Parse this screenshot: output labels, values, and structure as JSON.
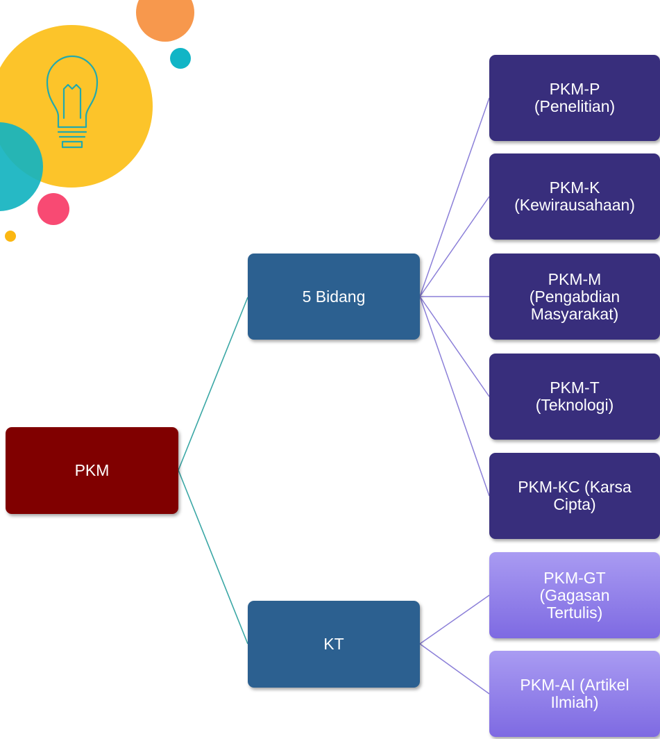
{
  "colors": {
    "root": "#800000",
    "mid": "#2c6090",
    "leaf": "#382e7c",
    "leaf_light": "#9888ee",
    "connector_root": "#3aa7a5",
    "connector_leaf": "#8b7fd8"
  },
  "icons": {
    "lightbulb": "lightbulb-icon"
  },
  "diagram": {
    "root": {
      "label": "PKM"
    },
    "branches": [
      {
        "label": "5 Bidang",
        "children": [
          {
            "label": "PKM-P\n(Penelitian)"
          },
          {
            "label": "PKM-K\n(Kewirausahaan)"
          },
          {
            "label": "PKM-M\n(Pengabdian\nMasyarakat)"
          },
          {
            "label": "PKM-T\n(Teknologi)"
          },
          {
            "label": "PKM-KC (Karsa\nCipta)"
          }
        ]
      },
      {
        "label": "KT",
        "children": [
          {
            "label": "PKM-GT\n(Gagasan\nTertulis)"
          },
          {
            "label": "PKM-AI    (Artikel\nIlmiah)"
          }
        ]
      }
    ]
  }
}
